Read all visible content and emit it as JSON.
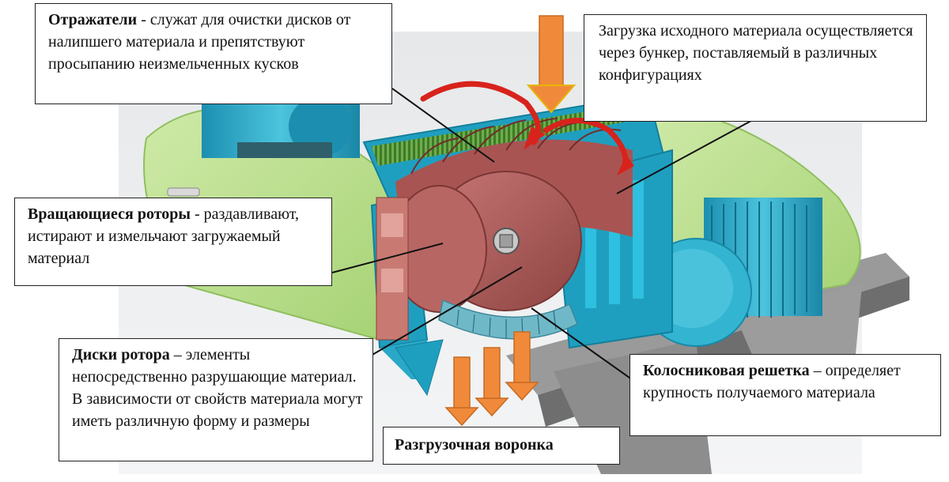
{
  "callouts": {
    "reflectors": {
      "title": "Отражатели",
      "text": " - служат для очистки дисков от налипшего материала и препятствуют просыпанию неизмельченных кусков"
    },
    "loading": {
      "text": "Загрузка исходного материала осуществляется через бункер, поставляемый в различных конфигурациях"
    },
    "rotors": {
      "title": "Вращающиеся роторы",
      "text": " - раздавливают, истирают и измельчают загружаемый материал"
    },
    "discs": {
      "title": "Диски ротора",
      "text": "  – элементы непосредственно разрушающие материал. В зависимости от свойств материала могут иметь различную форму и размеры"
    },
    "grate": {
      "title": "Колосниковая решетка",
      "text": " – определяет крупность получаемого материала"
    },
    "hopper": {
      "title": "Разгрузочная воронка"
    }
  },
  "colors": {
    "housing": "#1f9fc0",
    "rotor_discs": "#b05a58",
    "belt_guard": "#b9e08c",
    "motor": "#1fa6c4",
    "frame": "#8a8a8a",
    "arrow_orange": "#f08a3a",
    "arrow_red": "#d8231c"
  }
}
